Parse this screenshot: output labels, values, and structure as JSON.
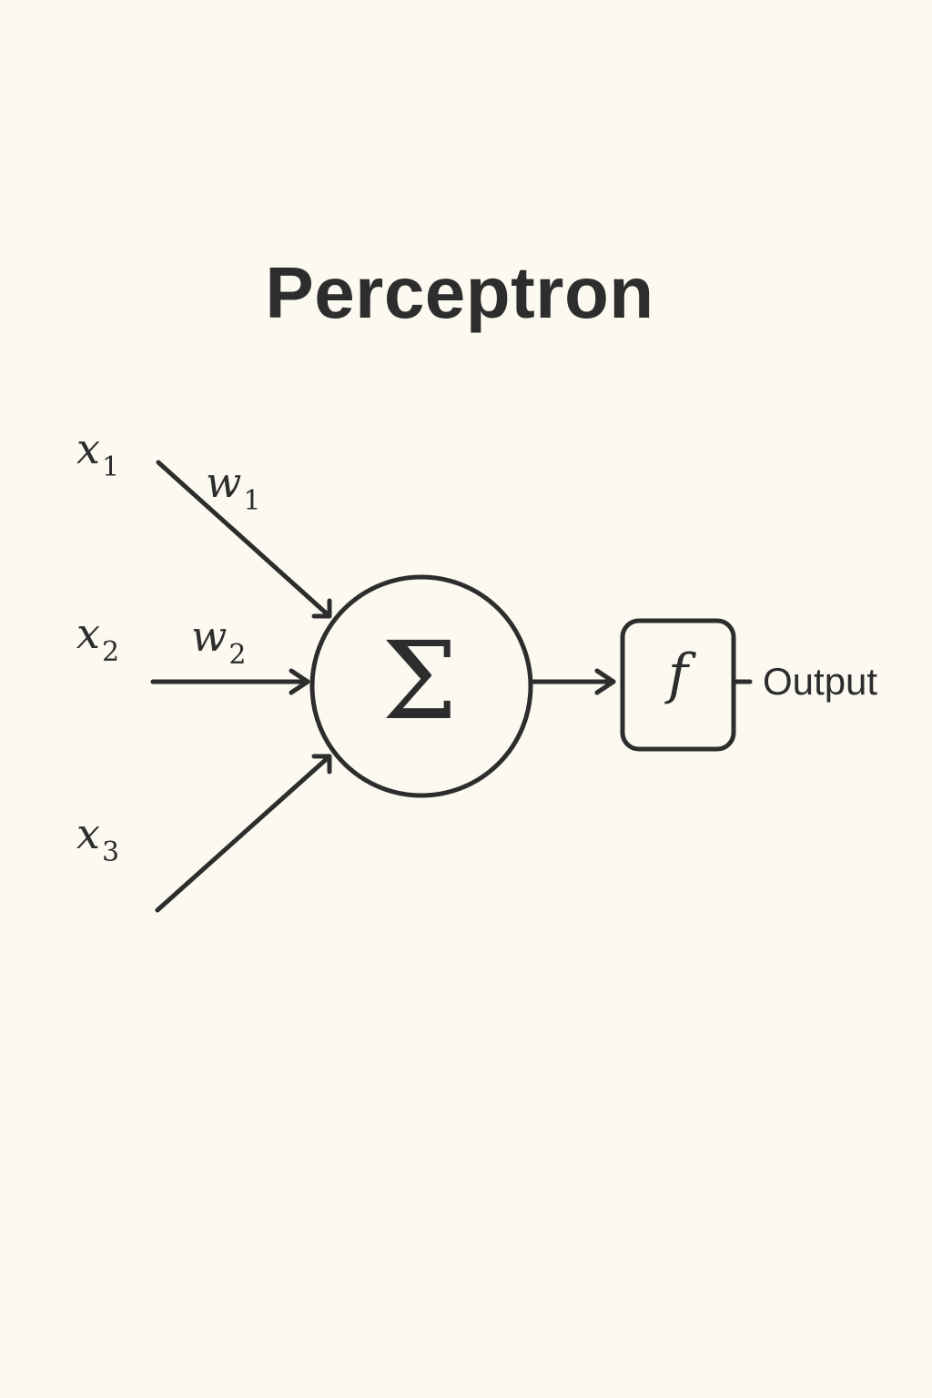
{
  "title": "Perceptron",
  "inputs": [
    {
      "symbol": "x",
      "index": "1"
    },
    {
      "symbol": "x",
      "index": "2"
    },
    {
      "symbol": "x",
      "index": "3"
    }
  ],
  "weights": [
    {
      "symbol": "w",
      "index": "1"
    },
    {
      "symbol": "w",
      "index": "2"
    }
  ],
  "summation_symbol": "Σ",
  "activation_symbol": "f",
  "output_label": "Output",
  "colors": {
    "background": "#fbf9f0",
    "ink": "#2d2d2d"
  }
}
